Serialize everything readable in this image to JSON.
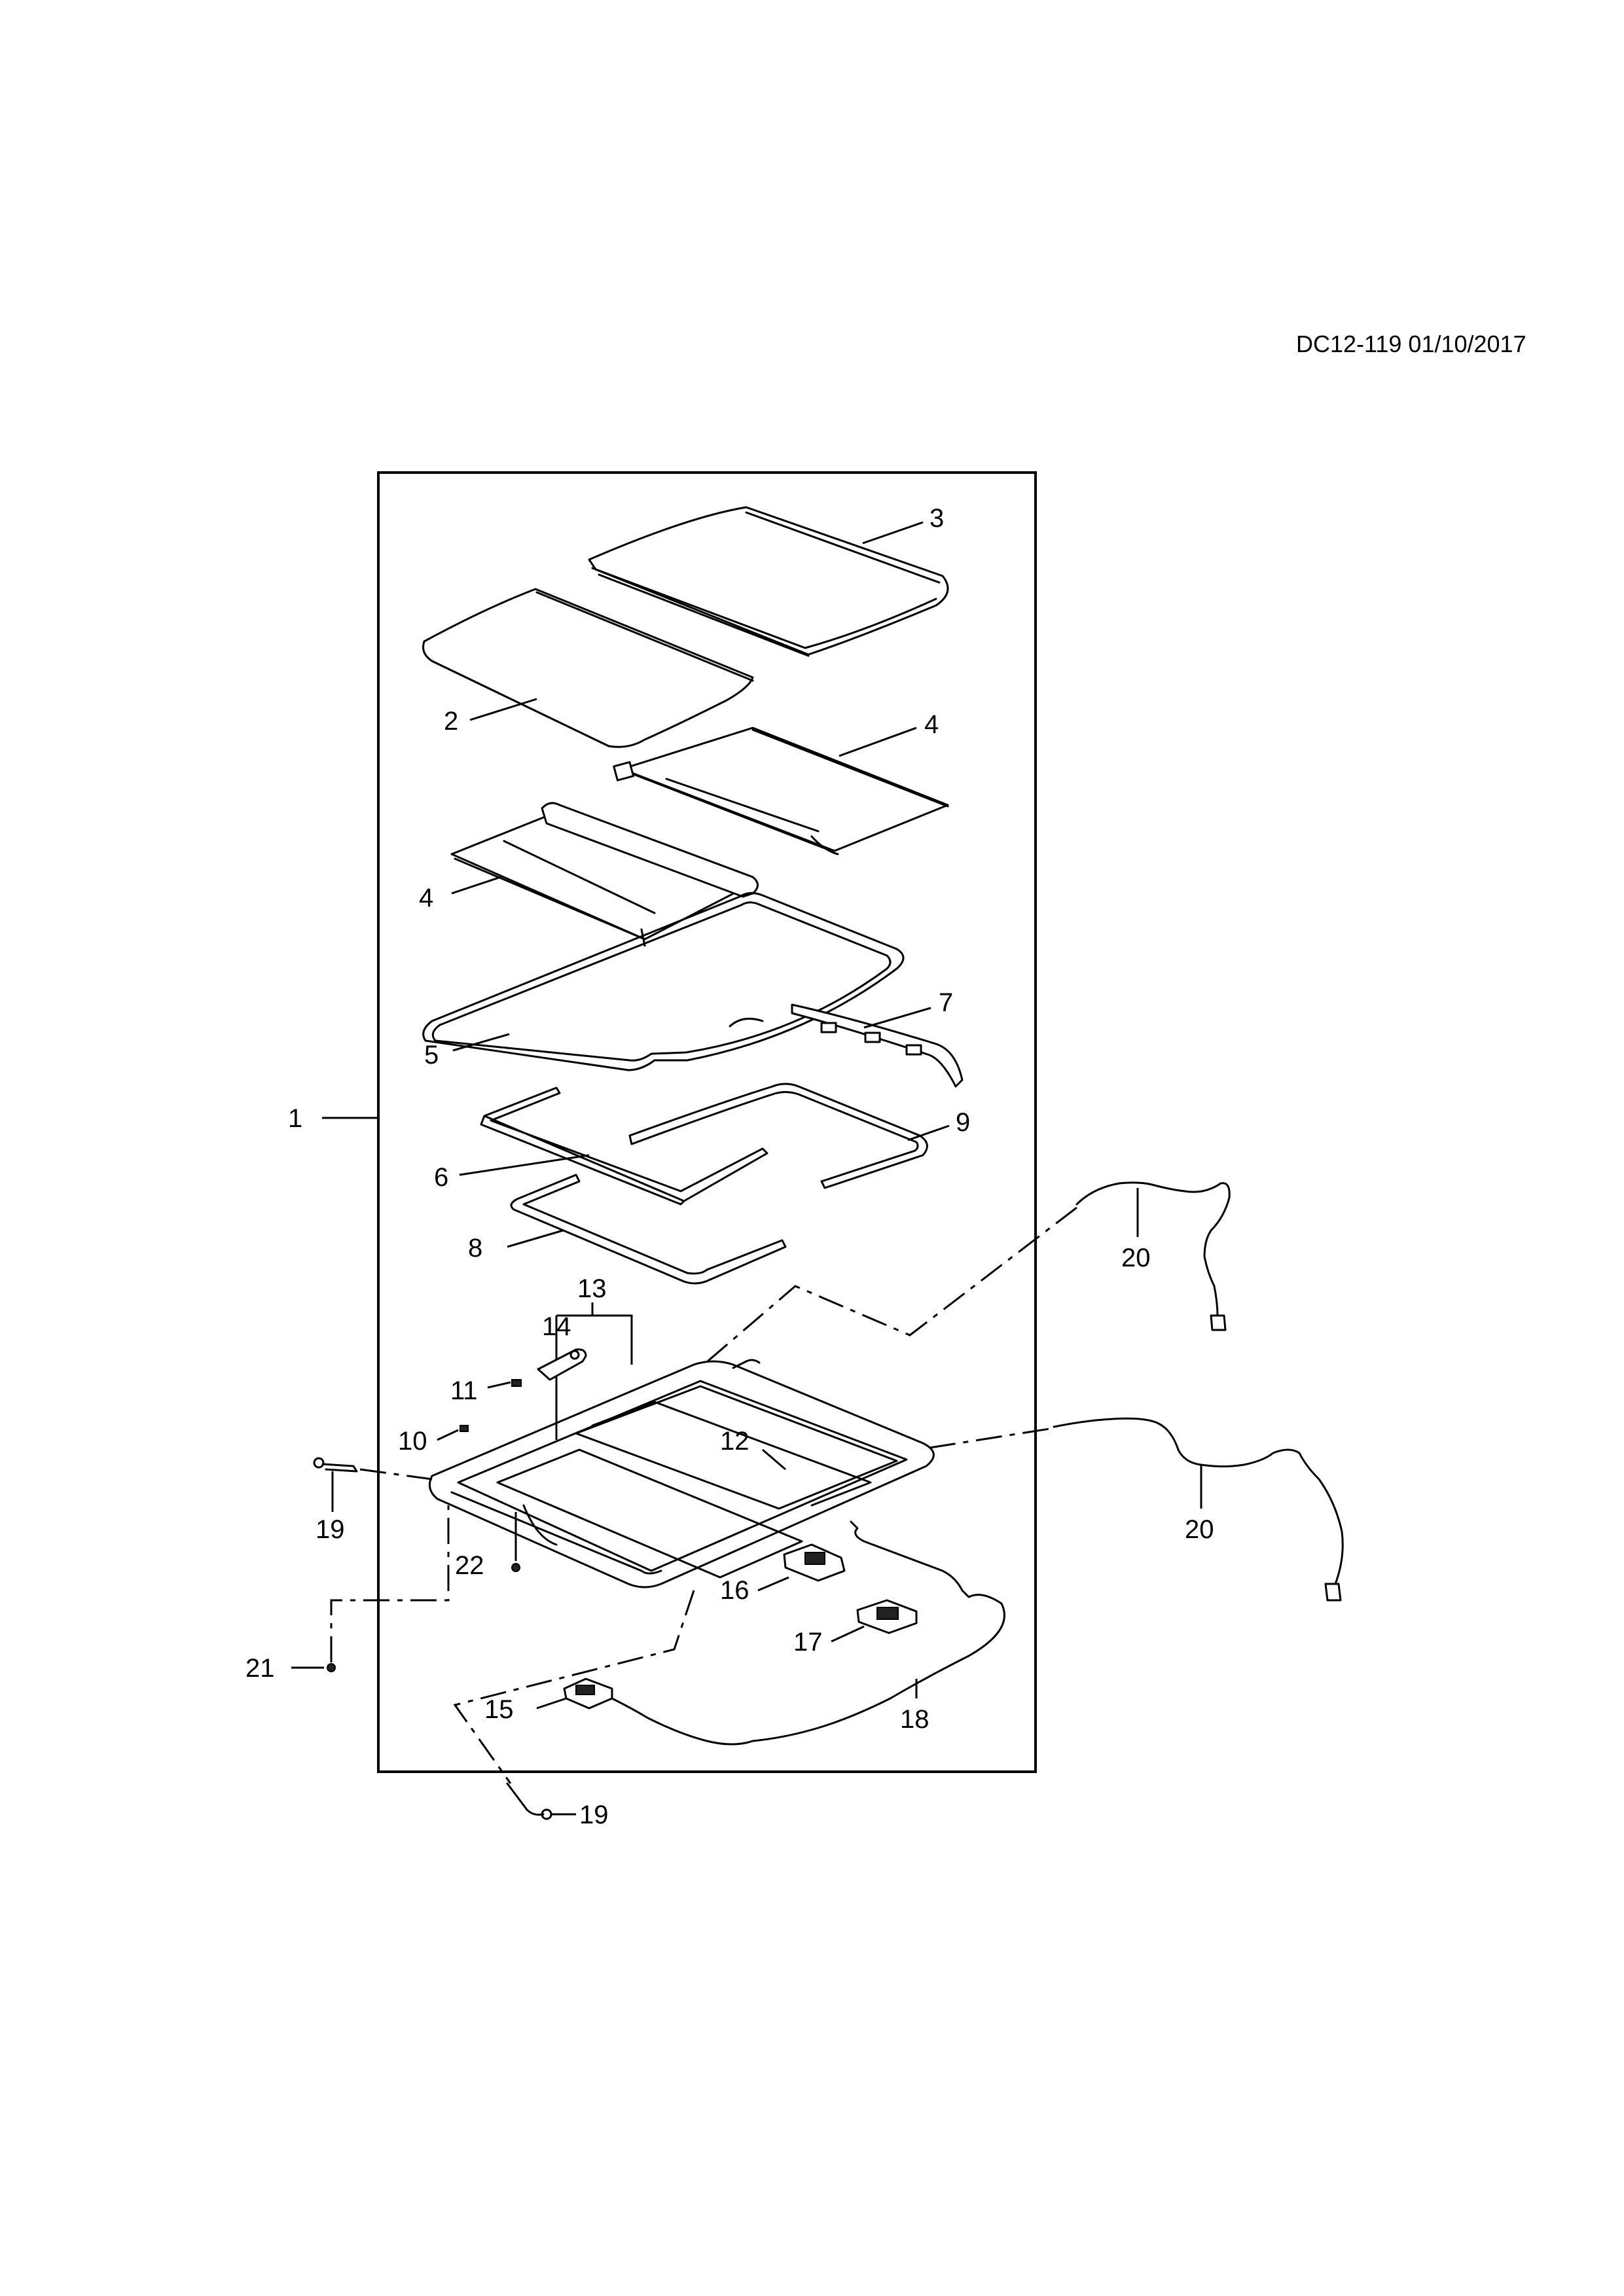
{
  "header": {
    "doc_id": "DC12-119 01/10/2017"
  },
  "callouts": {
    "c1": "1",
    "c2": "2",
    "c3": "3",
    "c4a": "4",
    "c4b": "4",
    "c5": "5",
    "c6": "6",
    "c7": "7",
    "c8": "8",
    "c9": "9",
    "c10": "10",
    "c11": "11",
    "c12": "12",
    "c13": "13",
    "c14": "14",
    "c15": "15",
    "c16": "16",
    "c17": "17",
    "c18": "18",
    "c19a": "19",
    "c19b": "19",
    "c20a": "20",
    "c20b": "20",
    "c21": "21",
    "c22": "22"
  }
}
